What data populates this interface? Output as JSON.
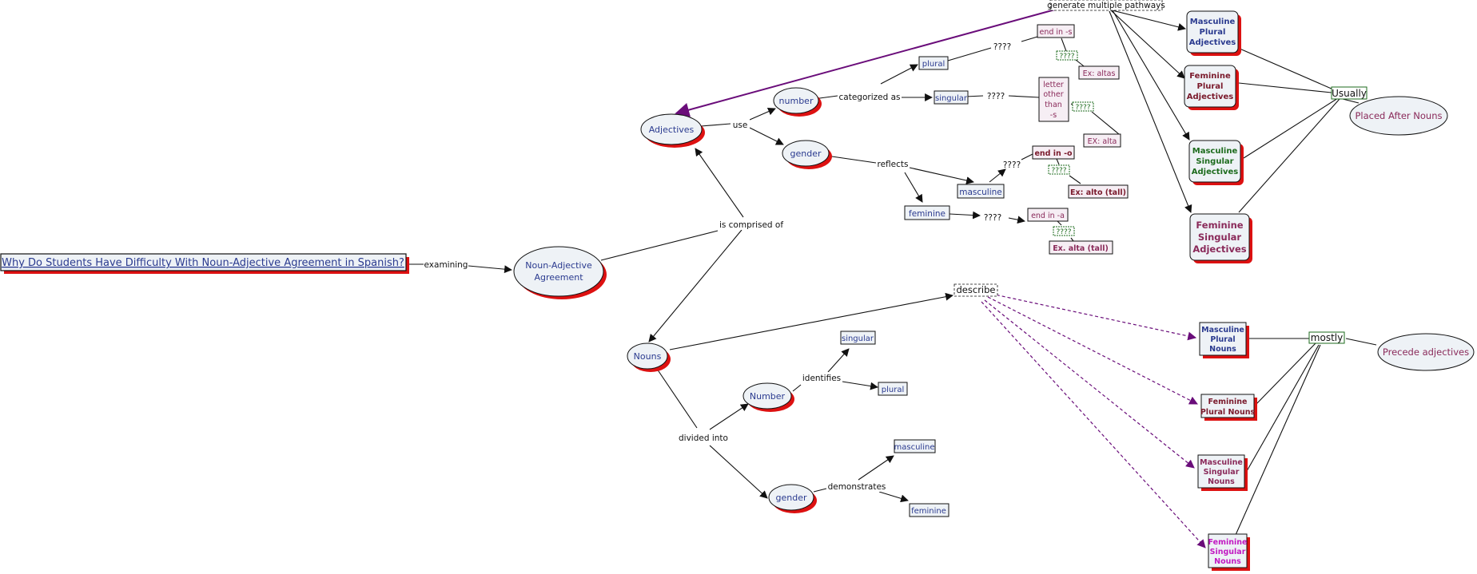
{
  "title": "Why Do Students Have Difficulty With Noun-Adjective Agreement in Spanish?",
  "concepts": {
    "noun_adj_agreement": [
      "Noun-Adjective",
      "Agreement"
    ],
    "adjectives": "Adjectives",
    "nouns": "Nouns",
    "adj_number": "number",
    "adj_gender": "gender",
    "noun_number": "Number",
    "noun_gender": "gender",
    "placed_after": "Placed After Nouns",
    "precede": "Precede adjectives"
  },
  "boxes": {
    "plural": "plural",
    "singular": "singular",
    "masculine": "masculine",
    "feminine": "feminine",
    "n_singular": "singular",
    "n_plural": "plural",
    "n_masculine": "masculine",
    "n_feminine": "feminine",
    "end_s": "end in -s",
    "ex_altas": "Ex: altas",
    "letter_other": [
      "letter",
      "other",
      "than",
      "-s"
    ],
    "ex_alta": "EX: alta",
    "end_o": "end in -o",
    "ex_alto": "Ex: alto (tall)",
    "end_a": "end in -a",
    "ex_alta_tall": "Ex. alta (tall)",
    "q": "????"
  },
  "links": {
    "examining": "examining",
    "is_comprised_of": "is comprised of",
    "use": "use",
    "categorized_as": "categorized as",
    "reflects": "reflects",
    "qmarks": "????",
    "describe": "describe",
    "identifies": "identifies",
    "divided_into": "divided into",
    "demonstrates": "demonstrates",
    "generate": "generate multiple pathways",
    "usually": "Usually",
    "mostly": "mostly"
  },
  "adjective_types": [
    [
      "Masculine",
      "Plural",
      "Adjectives"
    ],
    [
      "Feminine",
      "Plural",
      "Adjectives"
    ],
    [
      "Masculine",
      "Singular",
      "Adjectives"
    ],
    [
      "Feminine",
      "Singular",
      "Adjectives"
    ]
  ],
  "noun_types": [
    [
      "Masculine",
      "Plural",
      "Nouns"
    ],
    [
      "Feminine",
      "Plural Nouns"
    ],
    [
      "Masculine",
      "Singular",
      "Nouns"
    ],
    [
      "Feminine",
      "Singular",
      "Nouns"
    ]
  ],
  "colors": {
    "shadow": "#dd1111",
    "node_fill": "#eef2f6",
    "purple": "#6a0d7a",
    "navy": "#2a3a8f",
    "maroon": "#7a1a2c",
    "green": "#1d6b1d",
    "magenta": "#c21ac2"
  }
}
